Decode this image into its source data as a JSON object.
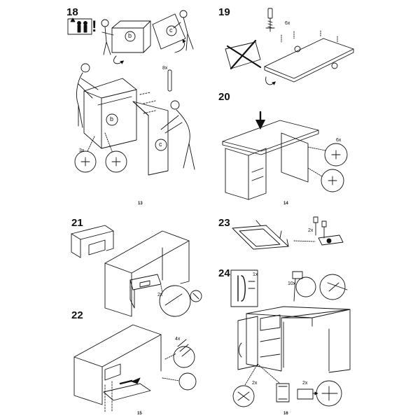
{
  "steps": [
    {
      "number": "18"
    },
    {
      "number": "19"
    },
    {
      "number": "20"
    },
    {
      "number": "21"
    },
    {
      "number": "22"
    },
    {
      "number": "23"
    },
    {
      "number": "24"
    }
  ],
  "page_numbers": [
    "13",
    "14",
    "15",
    "16"
  ],
  "quantities": {
    "s18_dowel": "8x",
    "s18_cam": "3x",
    "s19_screw": "6x",
    "s20_cam": "6x",
    "s21_screw": "2x",
    "s22_screw": "4x",
    "s23_screw": "2x",
    "s24_handle": "1x",
    "s24_hinge_cup": "10x",
    "s24_hinge_a": "2x",
    "s24_hinge_b": "2x"
  },
  "panel_labels": {
    "b1": "b",
    "c1": "c",
    "b2": "b",
    "c2": "c"
  },
  "warning": {
    "symbol": "!"
  },
  "icons": [
    "two-person-lift-icon",
    "warning-triangle-icon",
    "screwdriver-icon",
    "cam-lock-icon",
    "dowel-icon",
    "hinge-icon",
    "handle-icon",
    "arrow-icon"
  ]
}
